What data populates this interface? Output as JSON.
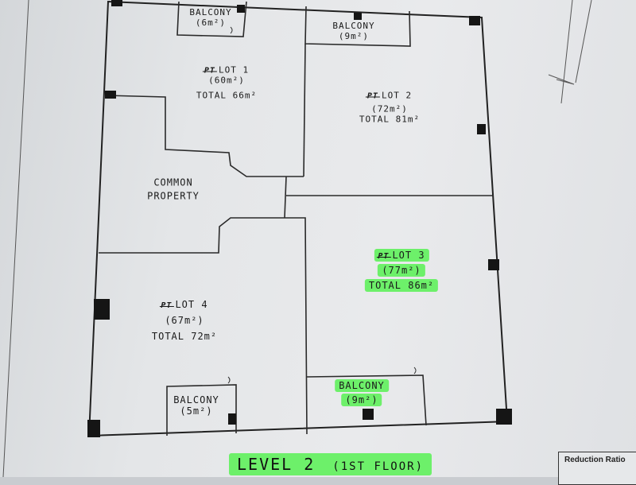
{
  "lots": [
    {
      "id": "lot1",
      "prefix": "PT",
      "name": "LOT 1",
      "area": "(60m²)",
      "total": "TOTAL 66m²"
    },
    {
      "id": "lot2",
      "prefix": "PT",
      "name": "LOT 2",
      "area": "(72m²)",
      "total": "TOTAL 81m²"
    },
    {
      "id": "lot3",
      "prefix": "PT",
      "name": "LOT 3",
      "area": "(77m²)",
      "total": "TOTAL 86m²"
    },
    {
      "id": "lot4",
      "prefix": "PT",
      "name": "LOT 4",
      "area": "(67m²)",
      "total": "TOTAL 72m²"
    }
  ],
  "balconies": [
    {
      "id": "balcony-lot1",
      "name": "BALCONY",
      "area": "(6m²)"
    },
    {
      "id": "balcony-lot2",
      "name": "BALCONY",
      "area": "(9m²)"
    },
    {
      "id": "balcony-lot3",
      "name": "BALCONY",
      "area": "(9m²)"
    },
    {
      "id": "balcony-lot4",
      "name": "BALCONY",
      "area": "(5m²)"
    }
  ],
  "common": {
    "line1": "COMMON",
    "line2": "PROPERTY"
  },
  "level": {
    "title": "LEVEL 2",
    "subtitle": "(1ST FLOOR)"
  },
  "ratio_label": "Reduction Ratio",
  "highlight_color": "#6df06a"
}
